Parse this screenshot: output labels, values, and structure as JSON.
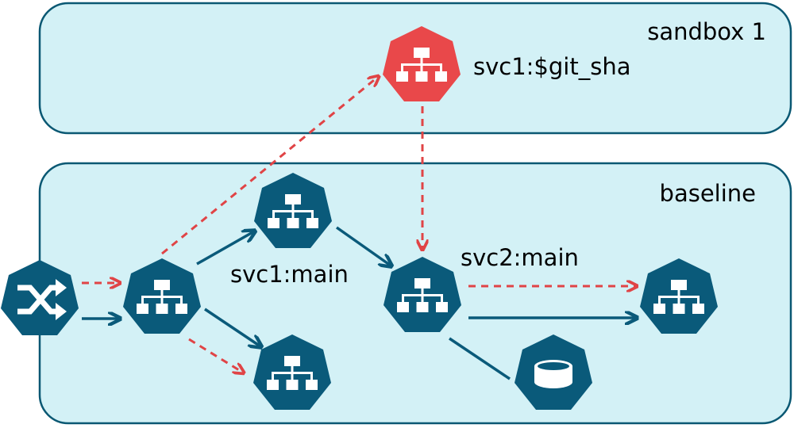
{
  "colors": {
    "node_blue": "#0a5a7a",
    "node_red": "#e9484a",
    "panel_fill": "#d3f1f6",
    "panel_stroke": "#0a5873"
  },
  "panels": {
    "sandbox": {
      "title": "sandbox 1"
    },
    "baseline": {
      "title": "baseline"
    }
  },
  "nodes": {
    "router": {
      "icon": "shuffle-icon"
    },
    "gateway": {
      "icon": "hierarchy-icon"
    },
    "svc1_main": {
      "icon": "hierarchy-icon",
      "label": "svc1:main"
    },
    "svc1_alt": {
      "icon": "hierarchy-icon"
    },
    "svc2_main": {
      "icon": "hierarchy-icon",
      "label": "svc2:main"
    },
    "svc3": {
      "icon": "hierarchy-icon"
    },
    "database": {
      "icon": "database-icon"
    },
    "svc1_sandbox": {
      "icon": "hierarchy-icon",
      "label": "svc1:$git_sha"
    }
  }
}
